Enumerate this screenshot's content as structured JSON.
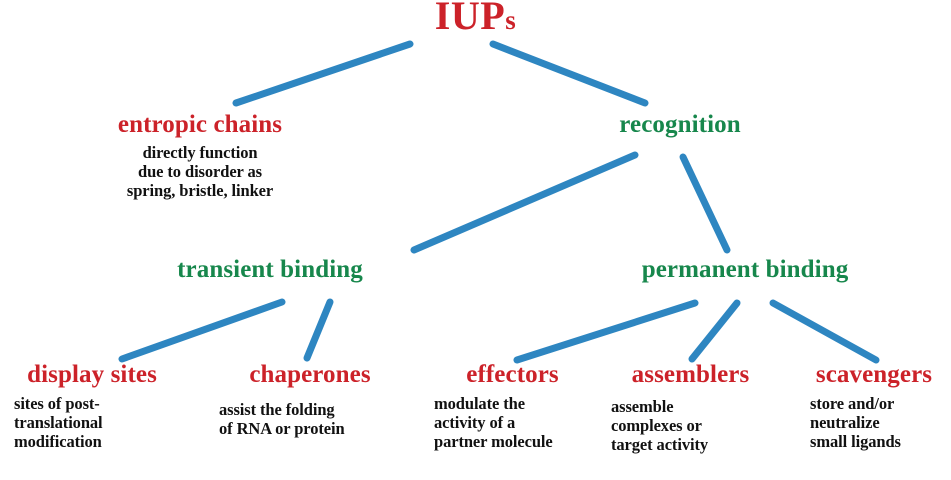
{
  "diagram": {
    "title_main": "IUP",
    "title_suffix": "s",
    "colors": {
      "red": "#CC2229",
      "green": "#17874C",
      "edge_blue": "#2E86C1",
      "text_black": "#111111",
      "background": "#FFFFFF"
    },
    "nodes": {
      "root": {
        "label": "IUPs",
        "color": "red"
      },
      "entropic_chains": {
        "label": "entropic chains",
        "color": "red",
        "description": "directly function\ndue to disorder as\nspring, bristle, linker"
      },
      "recognition": {
        "label": "recognition",
        "color": "green",
        "description": ""
      },
      "transient_binding": {
        "label": "transient binding",
        "color": "green",
        "description": ""
      },
      "permanent_binding": {
        "label": "permanent binding",
        "color": "green",
        "description": ""
      },
      "display_sites": {
        "label": "display sites",
        "color": "red",
        "description": "sites of post-\ntranslational\nmodification"
      },
      "chaperones": {
        "label": "chaperones",
        "color": "red",
        "description": "assist the folding\nof RNA or protein"
      },
      "effectors": {
        "label": "effectors",
        "color": "red",
        "description": "modulate the\nactivity of a\npartner molecule"
      },
      "assemblers": {
        "label": "assemblers",
        "color": "red",
        "description": "assemble\ncomplexes or\ntarget activity"
      },
      "scavengers": {
        "label": "scavengers",
        "color": "red",
        "description": "store and/or\nneutralize\nsmall ligands"
      }
    },
    "edges": [
      {
        "from": "root",
        "to": "entropic_chains"
      },
      {
        "from": "root",
        "to": "recognition"
      },
      {
        "from": "recognition",
        "to": "transient_binding"
      },
      {
        "from": "recognition",
        "to": "permanent_binding"
      },
      {
        "from": "transient_binding",
        "to": "display_sites"
      },
      {
        "from": "transient_binding",
        "to": "chaperones"
      },
      {
        "from": "permanent_binding",
        "to": "effectors"
      },
      {
        "from": "permanent_binding",
        "to": "assemblers"
      },
      {
        "from": "permanent_binding",
        "to": "scavengers"
      }
    ]
  }
}
